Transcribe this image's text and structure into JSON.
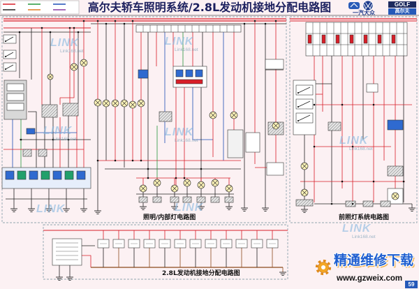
{
  "title": "高尔夫轿车照明系统/2.8L发动机接地分配电路图",
  "logo": {
    "brand": "一汽大众",
    "model_en": "GOLF",
    "model_cn": "高尔夫"
  },
  "captions": {
    "lighting": "照明/内部灯电路图",
    "headlamp": "前照灯系统电路图",
    "ground": "2.8L发动机接地分配电路图"
  },
  "watermarks": {
    "link": "LINK",
    "link_site": "Link168.net",
    "brand": "精通维修下载",
    "url": "www.gzweix.com"
  },
  "page_number": "59",
  "colors": {
    "background": "#fcf1f3",
    "title": "#1b1f5e",
    "power_wire": "#d81e28",
    "signal_wire": "#1d4fb5",
    "green_wire": "#24963a",
    "ground_wire": "#222222",
    "brown_wire": "#8b4a1c",
    "lamp_fill": "#fff4b8",
    "module_blue": "#2f6ad0",
    "module_green": "#22a06b",
    "watermark": "#86b8e0",
    "brand_blue": "#1f5fd0"
  },
  "icons": [
    "faw-emblem-icon",
    "vw-logo-icon",
    "gear-icon",
    "lamp-icon",
    "ground-icon",
    "switch-icon",
    "relay-icon"
  ]
}
